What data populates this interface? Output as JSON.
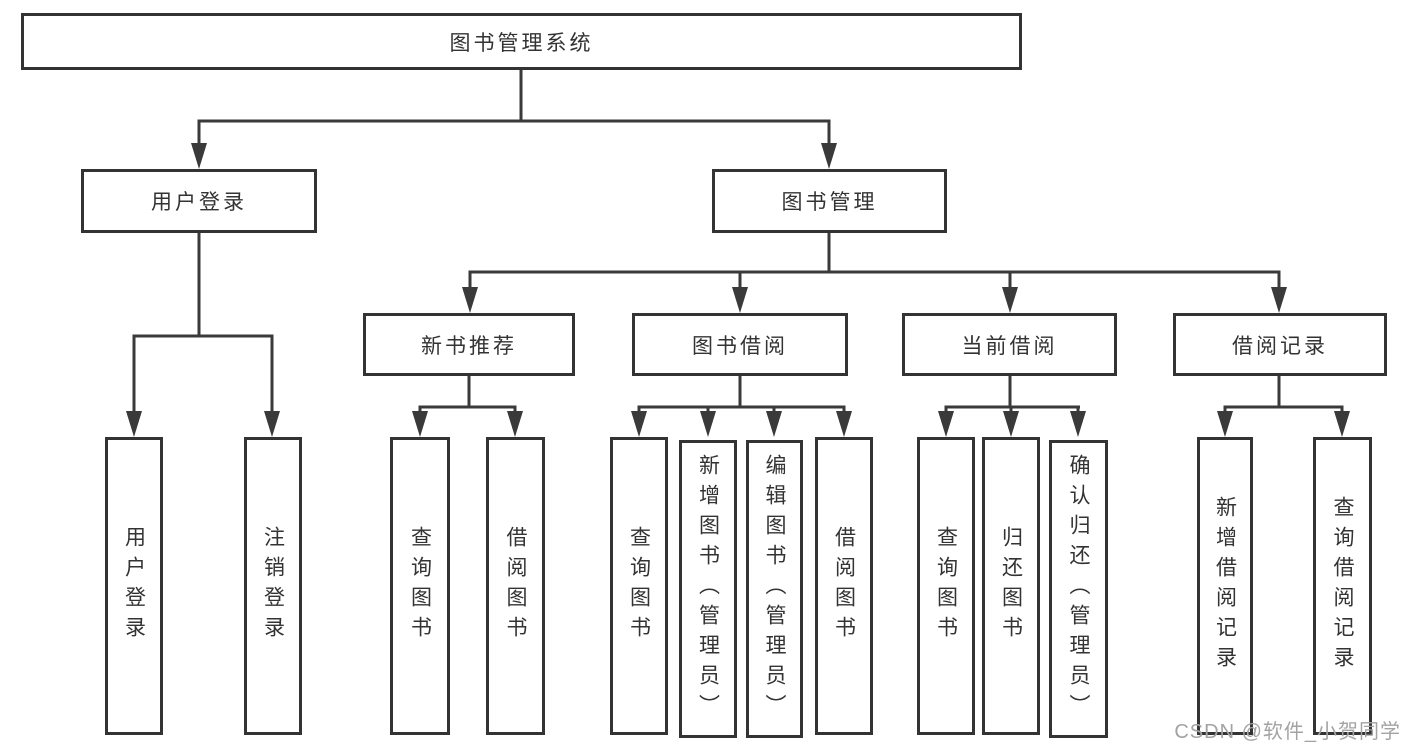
{
  "diagram": {
    "root": "图书管理系统",
    "user_login": {
      "label": "用户登录",
      "children": [
        "用户登录",
        "注销登录"
      ]
    },
    "book_mgmt": {
      "label": "图书管理",
      "sections": {
        "new_book": {
          "label": "新书推荐",
          "children": [
            "查询图书",
            "借阅图书"
          ]
        },
        "borrow": {
          "label": "图书借阅",
          "children": [
            "查询图书",
            "新增图书（管理员）",
            "编辑图书（管理员）",
            "借阅图书"
          ]
        },
        "current": {
          "label": "当前借阅",
          "children": [
            "查询图书",
            "归还图书",
            "确认归还（管理员）"
          ]
        },
        "records": {
          "label": "借阅记录",
          "children": [
            "新增借阅记录",
            "查询借阅记录"
          ]
        }
      }
    }
  },
  "watermark": "CSDN @软件_小贺同学",
  "colors": {
    "background": "#ffffff",
    "line": "#3a3a3a",
    "border": "#333333",
    "text": "#333333",
    "watermark": "#a3a3a3"
  }
}
